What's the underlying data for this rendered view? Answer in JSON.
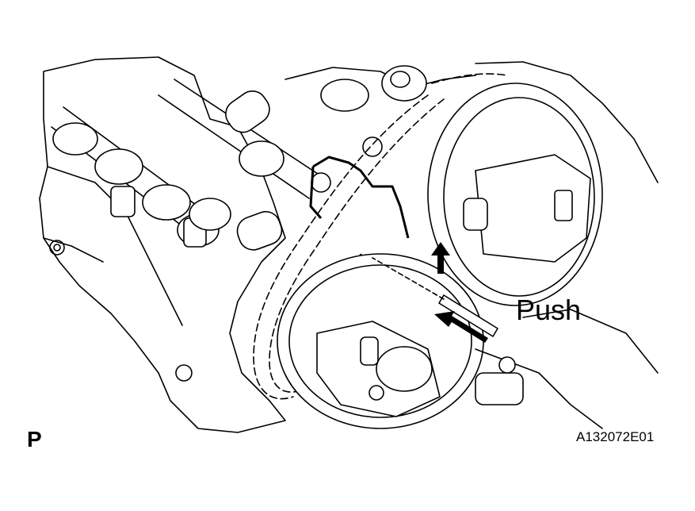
{
  "labels": {
    "push": "Push",
    "view_letter": "P",
    "figure_code": "A132072E01"
  },
  "icons": {
    "push_arrow": "arrow-left-icon",
    "lift_arrow": "arrow-up-icon"
  },
  "colors": {
    "line": "#000000",
    "background": "#ffffff"
  }
}
